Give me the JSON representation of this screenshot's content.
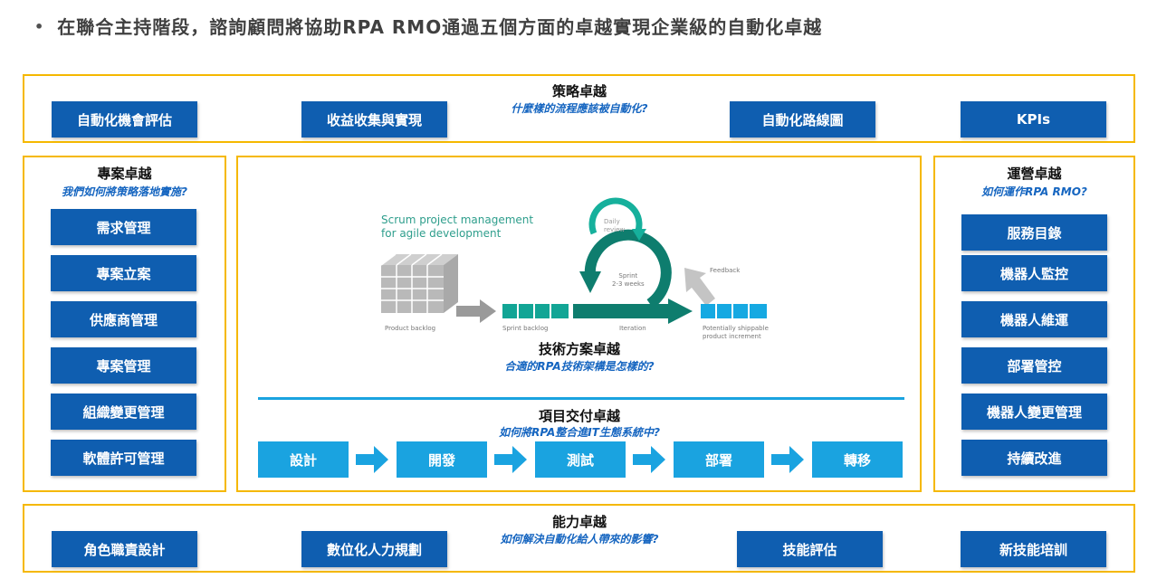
{
  "headline": {
    "bullet": "•",
    "text": "在聯合主持階段，諮詢顧問將協助RPA RMO通過五個方面的卓越實現企業級的自動化卓越"
  },
  "strategy": {
    "title": "策略卓越",
    "subtitle": "什麼樣的流程應該被自動化?",
    "buttons": [
      "自動化機會評估",
      "收益收集與實現",
      "自動化路線圖",
      "KPIs"
    ]
  },
  "project": {
    "title": "專案卓越",
    "subtitle": "我們如何將策略落地實施?",
    "buttons": [
      "需求管理",
      "專案立案",
      "供應商管理",
      "專案管理",
      "組織變更管理",
      "軟體許可管理"
    ]
  },
  "operations": {
    "title": "運營卓越",
    "subtitle": "如何運作RPA RMO?",
    "buttons": [
      "服務目錄",
      "機器人監控",
      "機器人維運",
      "部署管控",
      "機器人變更管理",
      "持續改進"
    ]
  },
  "technical": {
    "title": "技術方案卓越",
    "subtitle": "合適的RPA技術架構是怎樣的?"
  },
  "scrum": {
    "title_line1": "Scrum project management",
    "title_line2": "for agile development",
    "daily_review_line1": "Daily",
    "daily_review_line2": "review",
    "sprint_line1": "Sprint",
    "sprint_line2": "2-3 weeks",
    "feedback": "Feedback",
    "product_backlog": "Product backlog",
    "sprint_backlog": "Sprint backlog",
    "iteration": "Iteration",
    "increment_line1": "Potentially shippable",
    "increment_line2": "product increment"
  },
  "delivery": {
    "title": "項目交付卓越",
    "subtitle": "如何將RPA整合進IT生態系統中?",
    "steps": [
      "設計",
      "開發",
      "測試",
      "部署",
      "轉移"
    ]
  },
  "capability": {
    "title": "能力卓越",
    "subtitle": "如何解決自動化給人帶來的影響?",
    "buttons": [
      "角色職責設計",
      "數位化人力規劃",
      "技能評估",
      "新技能培訓"
    ]
  },
  "colors": {
    "frame": "#F5B800",
    "dark_button": "#0F5EB0",
    "light_button": "#1AA3E0",
    "subtitle": "#1565C0",
    "scrum_teal": "#12907E"
  }
}
